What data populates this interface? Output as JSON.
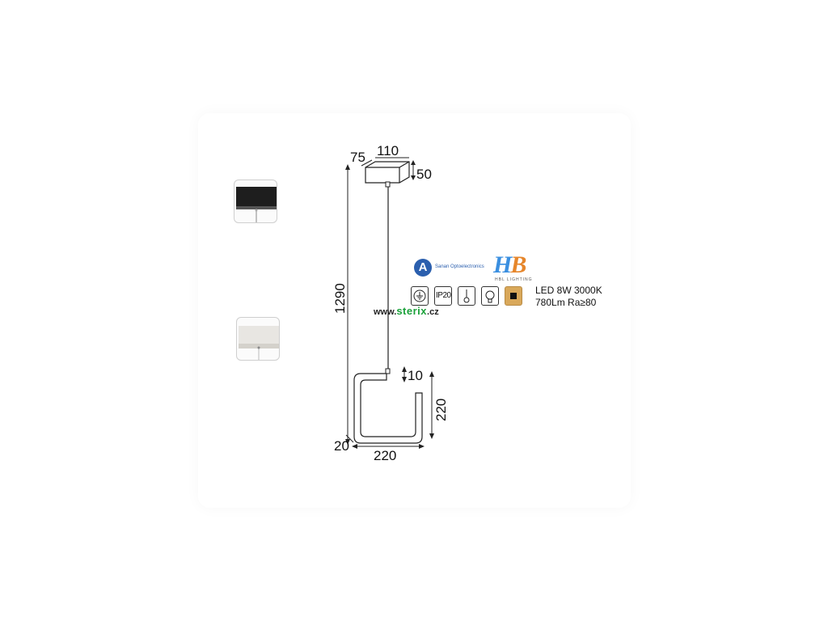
{
  "dimensions": {
    "depth": "75",
    "width": "110",
    "canopy_height": "50",
    "total_height": "1290",
    "frame_top": "10",
    "frame_height": "220",
    "frame_width": "220",
    "profile": "20"
  },
  "specs": {
    "line1": "LED 8W 3000K",
    "line2": "780Lm Ra≥80"
  },
  "website": {
    "prefix": "www.",
    "name": "sterix",
    "suffix": ".cz"
  },
  "logos": {
    "brand_a_letter": "A",
    "brand_a_text": "Sanan Optoelectronics",
    "brand_hb_h": "H",
    "brand_hb_b": "B",
    "brand_hb_text": "HBL LIGHTING"
  },
  "icons": {
    "ip_rating": "IP20",
    "earth": "earth-ground-icon",
    "pendant": "pendant-icon",
    "bulb": "bulb-icon",
    "color": "color-swatch-icon"
  },
  "colors": {
    "line": "#222222",
    "swatch_gold": "#d9a85a",
    "website_green": "#1aa13a",
    "logo_blue": "#2b5fae"
  }
}
